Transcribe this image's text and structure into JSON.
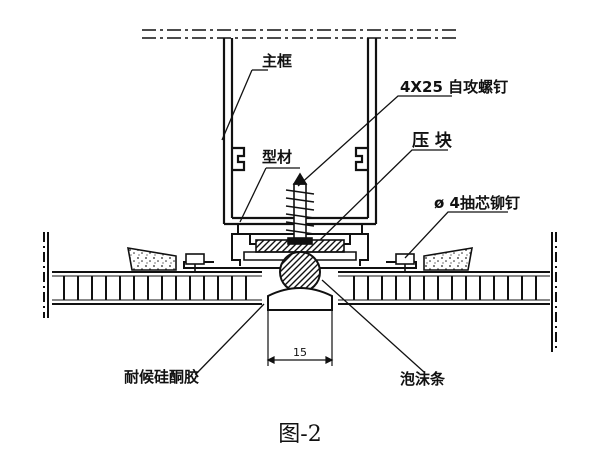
{
  "labels": {
    "main_frame": "主框",
    "screw": "4X25 自攻螺钉",
    "profile": "型材",
    "pressure_block": "压  块",
    "rivet": "ø 4抽芯铆钉",
    "sealant": "耐候硅酮胶",
    "foam_strip": "泡沫条",
    "dimension": "15"
  },
  "caption": "图-2"
}
